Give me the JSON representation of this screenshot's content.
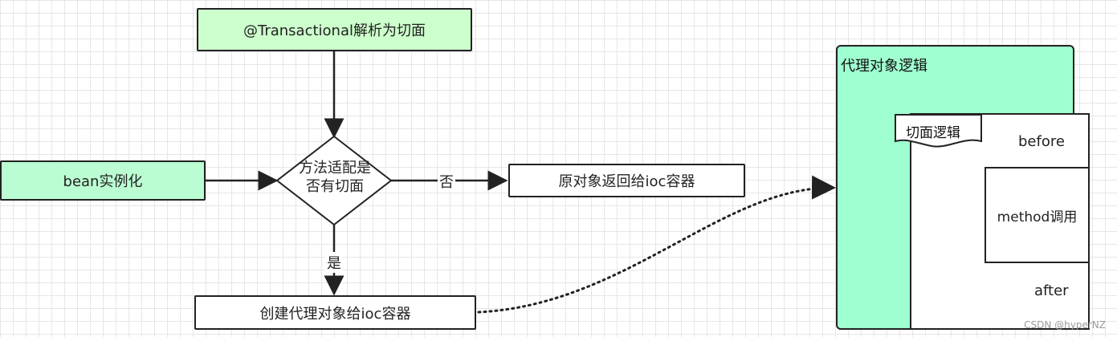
{
  "nodes": {
    "transactional": "@Transactional解析为切面",
    "bean_instantiation": "bean实例化",
    "decision_line1": "方法适配是",
    "decision_line2": "否有切面",
    "return_original": "原对象返回给ioc容器",
    "create_proxy": "创建代理对象给ioc容器"
  },
  "edge_labels": {
    "no": "否",
    "yes": "是"
  },
  "proxy_panel": {
    "title": "代理对象逻辑",
    "aspect_note": "切面逻辑",
    "before": "before",
    "method_call": "method调用",
    "after": "after"
  },
  "watermark": "CSDN @hyperNZ",
  "colors": {
    "node_green": "#ccffcc",
    "panel_green": "#9fffd0",
    "stroke": "#222222"
  }
}
